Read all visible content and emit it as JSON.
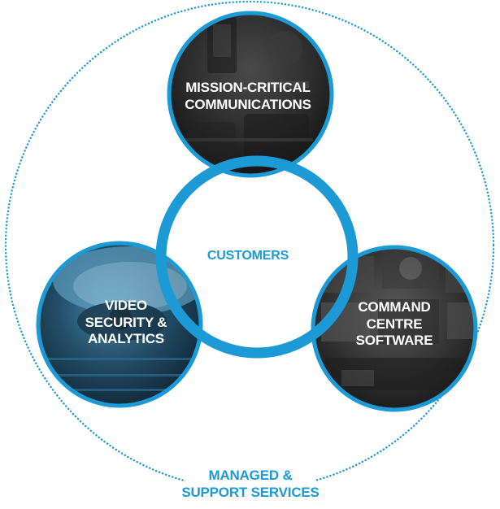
{
  "diagram": {
    "center_label": "CUSTOMERS",
    "outer_ring_label": [
      "MANAGED &",
      "SUPPORT SERVICES"
    ],
    "nodes": {
      "top": [
        "MISSION-CRITICAL",
        "COMMUNICATIONS"
      ],
      "left": [
        "VIDEO",
        "SECURITY &",
        "ANALYTICS"
      ],
      "right": [
        "COMMAND",
        "CENTRE",
        "SOFTWARE"
      ]
    }
  },
  "colors": {
    "accent_blue": "#1b9ad6",
    "node_border": "#1b9ad6",
    "node_fill": "#2a2a2a",
    "label_white": "#ffffff"
  }
}
